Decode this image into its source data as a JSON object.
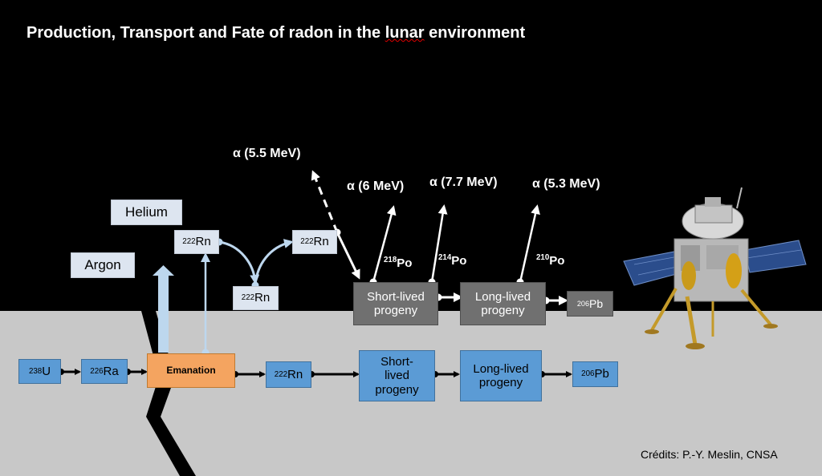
{
  "title": {
    "prefix": "Production, Transport and Fate of radon in the ",
    "underlined": "lunar",
    "suffix": " environment"
  },
  "gases": {
    "helium": "Helium",
    "argon": "Argon"
  },
  "subsurface_chain": {
    "u238": {
      "mass": "238",
      "symbol": "U"
    },
    "ra226": {
      "mass": "226",
      "symbol": "Ra"
    },
    "emanation": "Emanation",
    "rn222": {
      "mass": "222",
      "symbol": "Rn"
    },
    "short_lived": [
      "Short-",
      "lived",
      "progeny"
    ],
    "long_lived": [
      "Long-lived",
      "progeny"
    ],
    "pb206": {
      "mass": "206",
      "symbol": "Pb"
    }
  },
  "surface_chain": {
    "rn_released": {
      "mass": "222",
      "symbol": "Rn"
    },
    "rn_adsorbed": {
      "mass": "222",
      "symbol": "Rn"
    },
    "rn_hop": {
      "mass": "222",
      "symbol": "Rn"
    },
    "short_lived": [
      "Short-lived",
      "progeny"
    ],
    "long_lived": [
      "Long-lived",
      "progeny"
    ],
    "pb206": {
      "mass": "206",
      "symbol": "Pb"
    }
  },
  "alpha_labels": {
    "rn": {
      "sym": "α",
      "energy": " (5.5 MeV)"
    },
    "po218": {
      "sym": "α",
      "energy": " (6 MeV)"
    },
    "po214": {
      "sym": "α",
      "energy": " (7.7 MeV)"
    },
    "po210": {
      "sym": "α",
      "energy": " (5.3 MeV)"
    }
  },
  "polonium_labels": {
    "po218": {
      "mass": "218",
      "symbol": "Po"
    },
    "po214": {
      "mass": "214",
      "symbol": "Po"
    },
    "po210": {
      "mass": "210",
      "symbol": "Po"
    }
  },
  "credits": "Crédits: P.-Y. Meslin, CNSA",
  "colors": {
    "sky": "#000000",
    "regolith": "#c8c8c8",
    "box_blue": "#5b9bd5",
    "box_grey": "#707070",
    "box_pale": "#dde5f0",
    "box_orange": "#f4a460",
    "arrow_light": "#bdd7ee"
  }
}
